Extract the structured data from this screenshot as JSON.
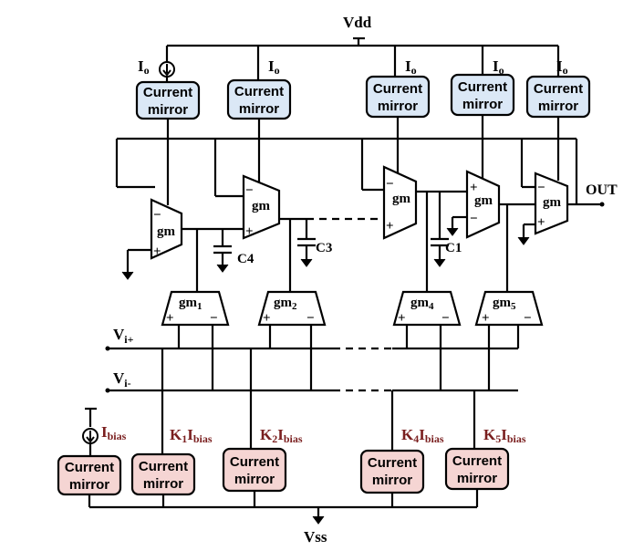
{
  "labels": {
    "vdd": "Vdd",
    "vss": "Vss",
    "out": "OUT",
    "i0": "I",
    "i0_sub": "o",
    "vi_plus": "V",
    "vi_plus_sub": "i+",
    "vi_minus": "V",
    "vi_minus_sub": "i-",
    "ibias": "I",
    "ibias_sub": "bias",
    "k1": "K",
    "k1_sub": "1",
    "k2": "K",
    "k2_sub": "2",
    "k4": "K",
    "k4_sub": "4",
    "k5": "K",
    "k5_sub": "5",
    "i_letter": "I",
    "c1": "C1",
    "c3": "C3",
    "c4": "C4",
    "plus": "+",
    "minus": "−"
  },
  "mirror": {
    "line1": "Current",
    "line2": "mirror"
  },
  "amps": {
    "gm": "gm",
    "gm1": "gm",
    "gm1_sub": "1",
    "gm2": "gm",
    "gm2_sub": "2",
    "gm4": "gm",
    "gm4_sub": "4",
    "gm5": "gm",
    "gm5_sub": "5"
  },
  "colors": {
    "top_mirror_fill": "#dbe8f6",
    "bottom_mirror_fill": "#f5d5d3",
    "bias_label": "#7a1f1f"
  }
}
